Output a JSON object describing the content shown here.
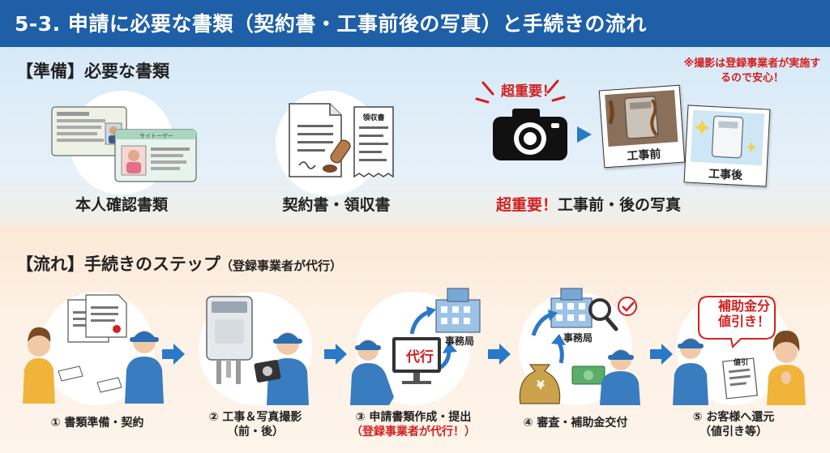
{
  "header": {
    "title": "5-3. 申請に必要な書類（契約書・工事前後の写真）と手続きの流れ"
  },
  "prep": {
    "heading": "【準備】必要な書類",
    "items": [
      {
        "label": "本人確認書類"
      },
      {
        "label": "契約書・領収書"
      },
      {
        "label_emph": "超重要！",
        "label_rest": "工事前・後の写真"
      }
    ],
    "receipt_title": "領収書",
    "burst_text": "超重要！",
    "note": "※撮影は登録事業者が実施するので安心！",
    "photo_before": "工事前",
    "photo_after": "工事後",
    "id_card_text": "サイトーゲー"
  },
  "flow": {
    "heading": "【流れ】手続きのステップ",
    "heading_sub": "（登録事業者が代行）",
    "steps": [
      {
        "line1": "① 書類準備・契約",
        "line2": ""
      },
      {
        "line1": "② 工事＆写真撮影",
        "line2": "（前・後）"
      },
      {
        "line1": "③ 申請書類作成・提出",
        "line2": "（登録事業者が代行！）"
      },
      {
        "line1": "④ 審査・補助金交付",
        "line2": ""
      },
      {
        "line1": "⑤ お客様へ還元",
        "line2": "（値引き等）"
      }
    ],
    "daikou": "代行",
    "office_label": "事務局",
    "office_label2": "事務局",
    "bubble_line1": "補助金分",
    "bubble_line2": "値引き！",
    "doc_label": "値引",
    "yen": "¥"
  },
  "colors": {
    "header": "#1e5fa8",
    "arrow": "#2a78c8",
    "emphasis": "#d32020",
    "worker": "#3a7cc0"
  }
}
